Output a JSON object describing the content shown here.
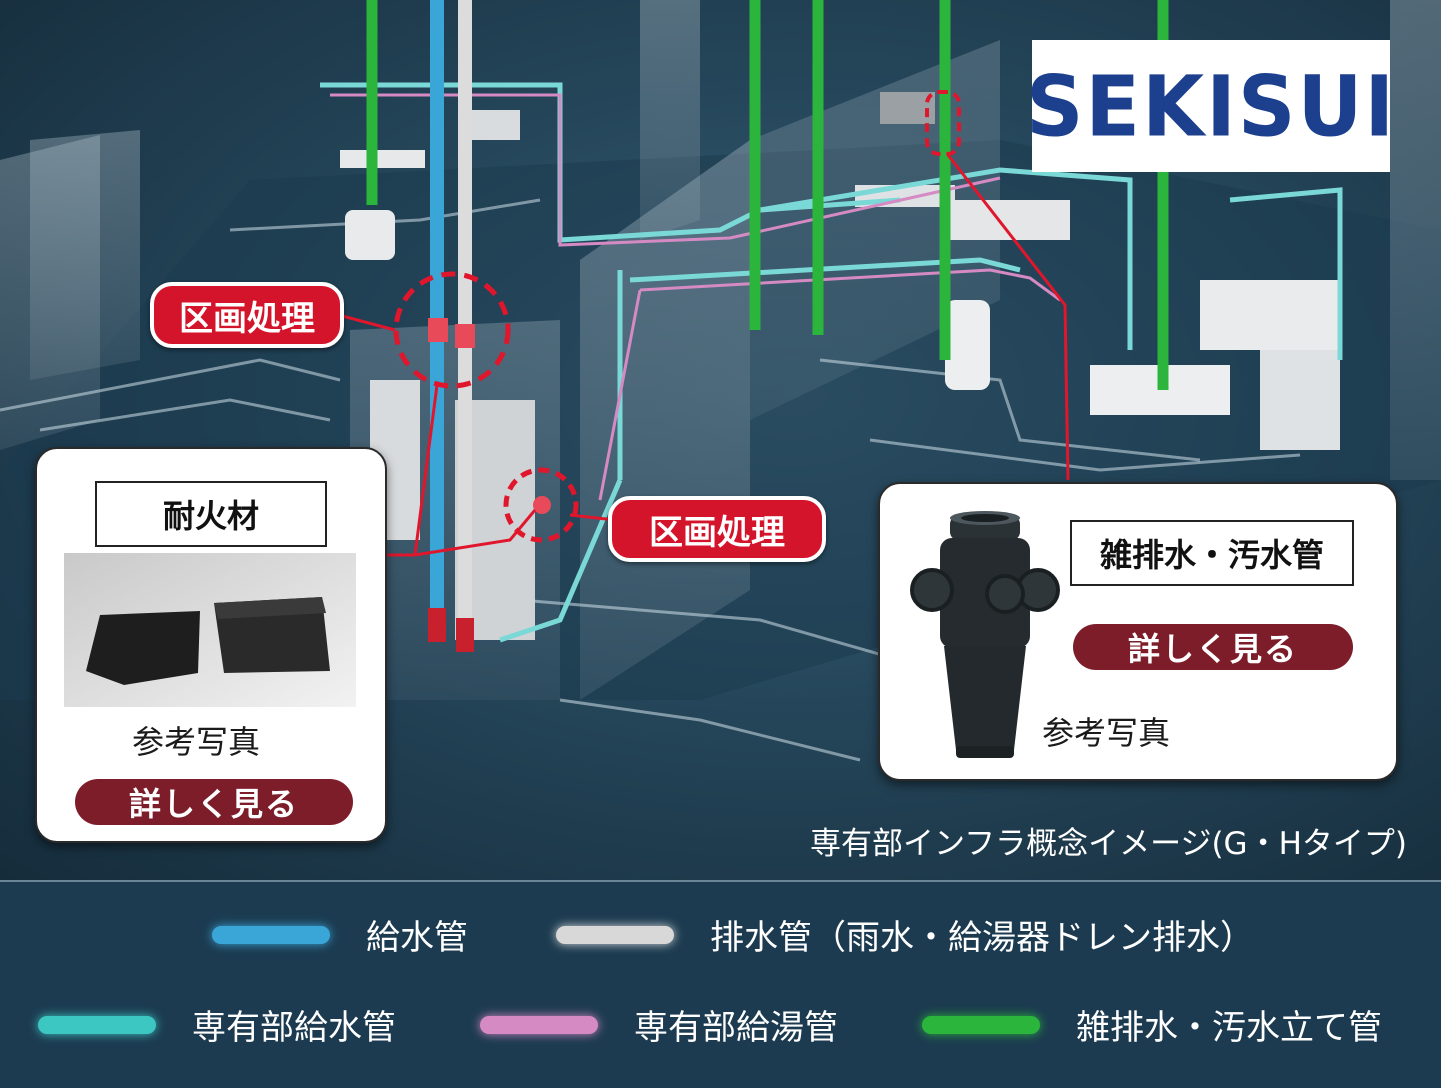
{
  "brand": {
    "logo": "SEKISUI",
    "logo_color": "#1c3f8e"
  },
  "callouts": {
    "label1": "区画処理",
    "label2": "区画処理"
  },
  "card_left": {
    "title": "耐火材",
    "photo_note": "参考写真",
    "more": "詳しく見る"
  },
  "card_right": {
    "title": "雑排水・汚水管",
    "photo_note": "参考写真",
    "more": "詳しく見る"
  },
  "caption": "専有部インフラ概念イメージ(G・Hタイプ)",
  "legend": {
    "row1": [
      {
        "label": "給水管",
        "color": "#3aa6d8"
      },
      {
        "label": "排水管（雨水・給湯器ドレン排水）",
        "color": "#d8d8d8"
      }
    ],
    "row2": [
      {
        "label": "専有部給水管",
        "color": "#3cc7c2"
      },
      {
        "label": "専有部給湯管",
        "color": "#d58ac4"
      },
      {
        "label": "雑排水・汚水立て管",
        "color": "#2bb53c"
      }
    ]
  },
  "colors": {
    "accent_red": "#d3142b",
    "button": "#7e1d2a",
    "background": "#1c3b50"
  }
}
